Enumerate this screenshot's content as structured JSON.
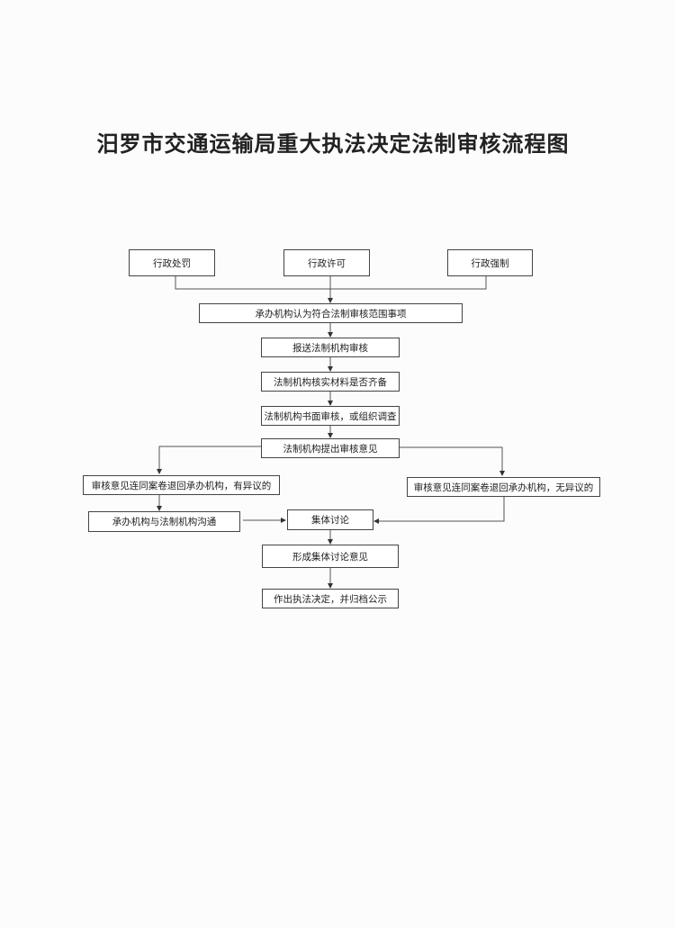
{
  "title": "汨罗市交通运输局重大执法决定法制审核流程图",
  "nodes": {
    "penalty": "行政处罚",
    "permit": "行政许可",
    "enforcement": "行政强制",
    "scope": "承办机构认为符合法制审核范围事项",
    "submit": "报送法制机构审核",
    "verify": "法制机构核实材料是否齐备",
    "review": "法制机构书面审核，或组织调查",
    "opinion": "法制机构提出审核意见",
    "objection": "审核意见连同案卷退回承办机构，有异议的",
    "no_objection": "审核意见连同案卷退回承办机构，无异议的",
    "communicate": "承办机构与法制机构沟通",
    "discussion": "集体讨论",
    "discussion_opinion": "形成集体讨论意见",
    "decision": "作出执法决定，并归档公示"
  }
}
